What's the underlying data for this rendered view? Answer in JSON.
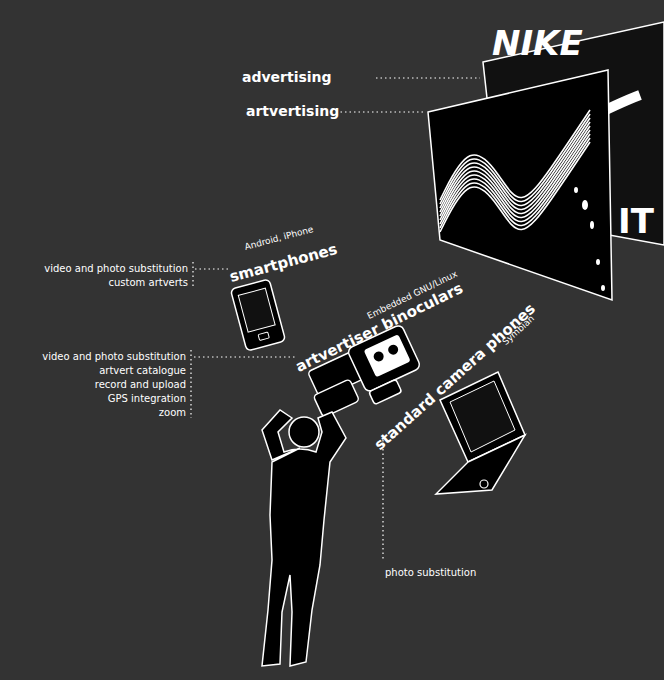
{
  "diagram": {
    "labels": [
      "advertising",
      "artvertising",
      "NIKE",
      "IT",
      "Android, iPhone",
      "smartphones",
      "video and photo substitution",
      "custom artverts",
      "Embedded GNU/Linux",
      "artvertiser binoculars",
      "video and photo substitution",
      "artvert catalogue",
      "record and upload",
      "GPS integration",
      "zoom",
      "Symbian",
      "standard camera phones",
      "photo substitution"
    ]
  }
}
